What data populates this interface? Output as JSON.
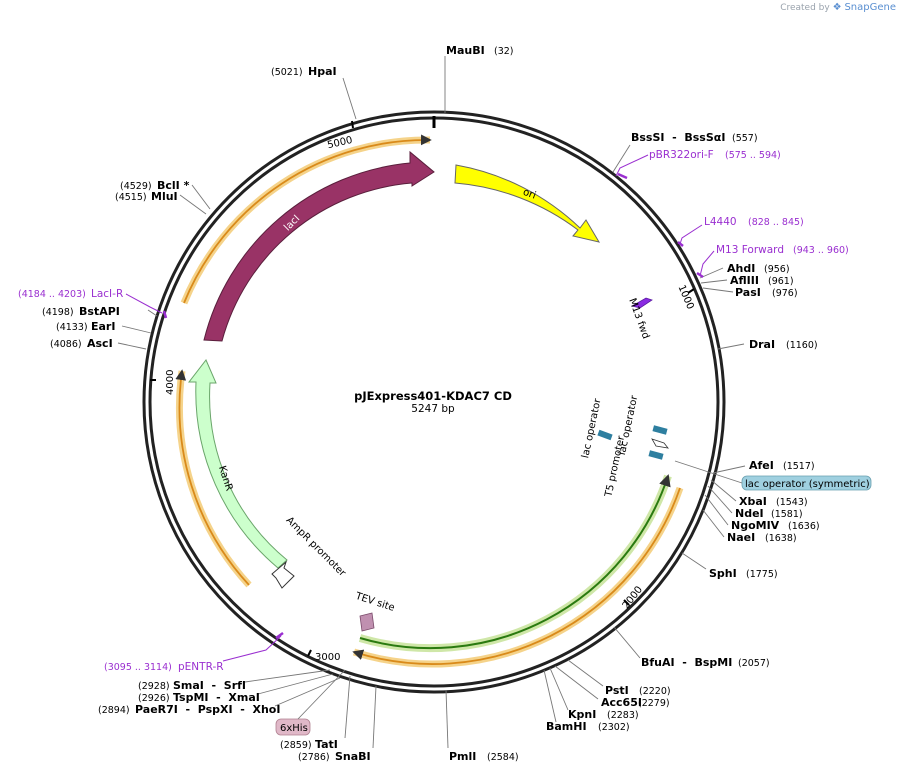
{
  "watermark": {
    "prefix": "Created by",
    "brand": "SnapGene"
  },
  "plasmid": {
    "name": "pJExpress401-KDAC7 CD",
    "length": "5247 bp",
    "bp": 5247
  },
  "ticks": [
    "1000",
    "2000",
    "3000",
    "4000",
    "5000"
  ],
  "features": [
    {
      "id": "ori",
      "label": "ori",
      "color": "#ffff00"
    },
    {
      "id": "laci",
      "label": "lacI",
      "color": "#993366"
    },
    {
      "id": "kanr",
      "label": "KanR",
      "color": "#ccffcc"
    },
    {
      "id": "ampr-promoter",
      "label": "AmpR promoter",
      "color": "#ffffff"
    },
    {
      "id": "m13-fwd",
      "label": "M13 fwd",
      "color": "#8a2be2"
    },
    {
      "id": "lac-operator-1",
      "label": "lac operator",
      "color": "#2e7fa0"
    },
    {
      "id": "lac-operator-2",
      "label": "lac operator",
      "color": "#2e7fa0"
    },
    {
      "id": "t5-promoter",
      "label": "T5 promoter",
      "color": "#ffffff"
    },
    {
      "id": "tev-site",
      "label": "TEV site",
      "color": "#c090b0"
    },
    {
      "id": "lac-operator-sym",
      "label": "lac operator (symmetric)",
      "color": "#9fd0e0"
    },
    {
      "id": "6xhis",
      "label": "6xHis",
      "color": "#e0b8c8"
    }
  ],
  "sites": [
    {
      "name": "MauBI",
      "pos": "(32)"
    },
    {
      "name": "BssSI  -  BssSαI",
      "pos": "(557)"
    },
    {
      "name": "AhdI",
      "pos": "(956)"
    },
    {
      "name": "AflIII",
      "pos": "(961)"
    },
    {
      "name": "PasI",
      "pos": "(976)"
    },
    {
      "name": "DraI",
      "pos": "(1160)"
    },
    {
      "name": "AfeI",
      "pos": "(1517)"
    },
    {
      "name": "XbaI",
      "pos": "(1543)"
    },
    {
      "name": "NdeI",
      "pos": "(1581)"
    },
    {
      "name": "NgoMIV",
      "pos": "(1636)"
    },
    {
      "name": "NaeI",
      "pos": "(1638)"
    },
    {
      "name": "SphI",
      "pos": "(1775)"
    },
    {
      "name": "BfuAI  -  BspMI",
      "pos": "(2057)"
    },
    {
      "name": "PstI",
      "pos": "(2220)"
    },
    {
      "name": "Acc65I",
      "pos": "(2279)"
    },
    {
      "name": "KpnI",
      "pos": "(2283)"
    },
    {
      "name": "BamHI",
      "pos": "(2302)"
    },
    {
      "name": "PmlI",
      "pos": "(2584)"
    },
    {
      "name": "SnaBI",
      "pos": "(2786)"
    },
    {
      "name": "TatI",
      "pos": "(2859)"
    },
    {
      "name": "PaeR7I  -  PspXI  -  XhoI",
      "pos": "(2894)"
    },
    {
      "name": "TspMI  -  XmaI",
      "pos": "(2926)"
    },
    {
      "name": "SmaI  -  SrfI",
      "pos": "(2928)"
    },
    {
      "name": "AscI",
      "pos": "(4086)"
    },
    {
      "name": "EarI",
      "pos": "(4133)"
    },
    {
      "name": "BstAPI",
      "pos": "(4198)"
    },
    {
      "name": "MluI",
      "pos": "(4515)"
    },
    {
      "name": "BclI *",
      "pos": "(4529)"
    },
    {
      "name": "HpaI",
      "pos": "(5021)"
    }
  ],
  "primers": [
    {
      "name": "pBR322ori-F",
      "pos": "(575 .. 594)"
    },
    {
      "name": "L4440",
      "pos": "(828 .. 845)"
    },
    {
      "name": "M13 Forward",
      "pos": "(943 .. 960)"
    },
    {
      "name": "LacI-R",
      "pos": "(4184 .. 4203)"
    },
    {
      "name": "pENTR-R",
      "pos": "(3095 .. 3114)"
    }
  ]
}
